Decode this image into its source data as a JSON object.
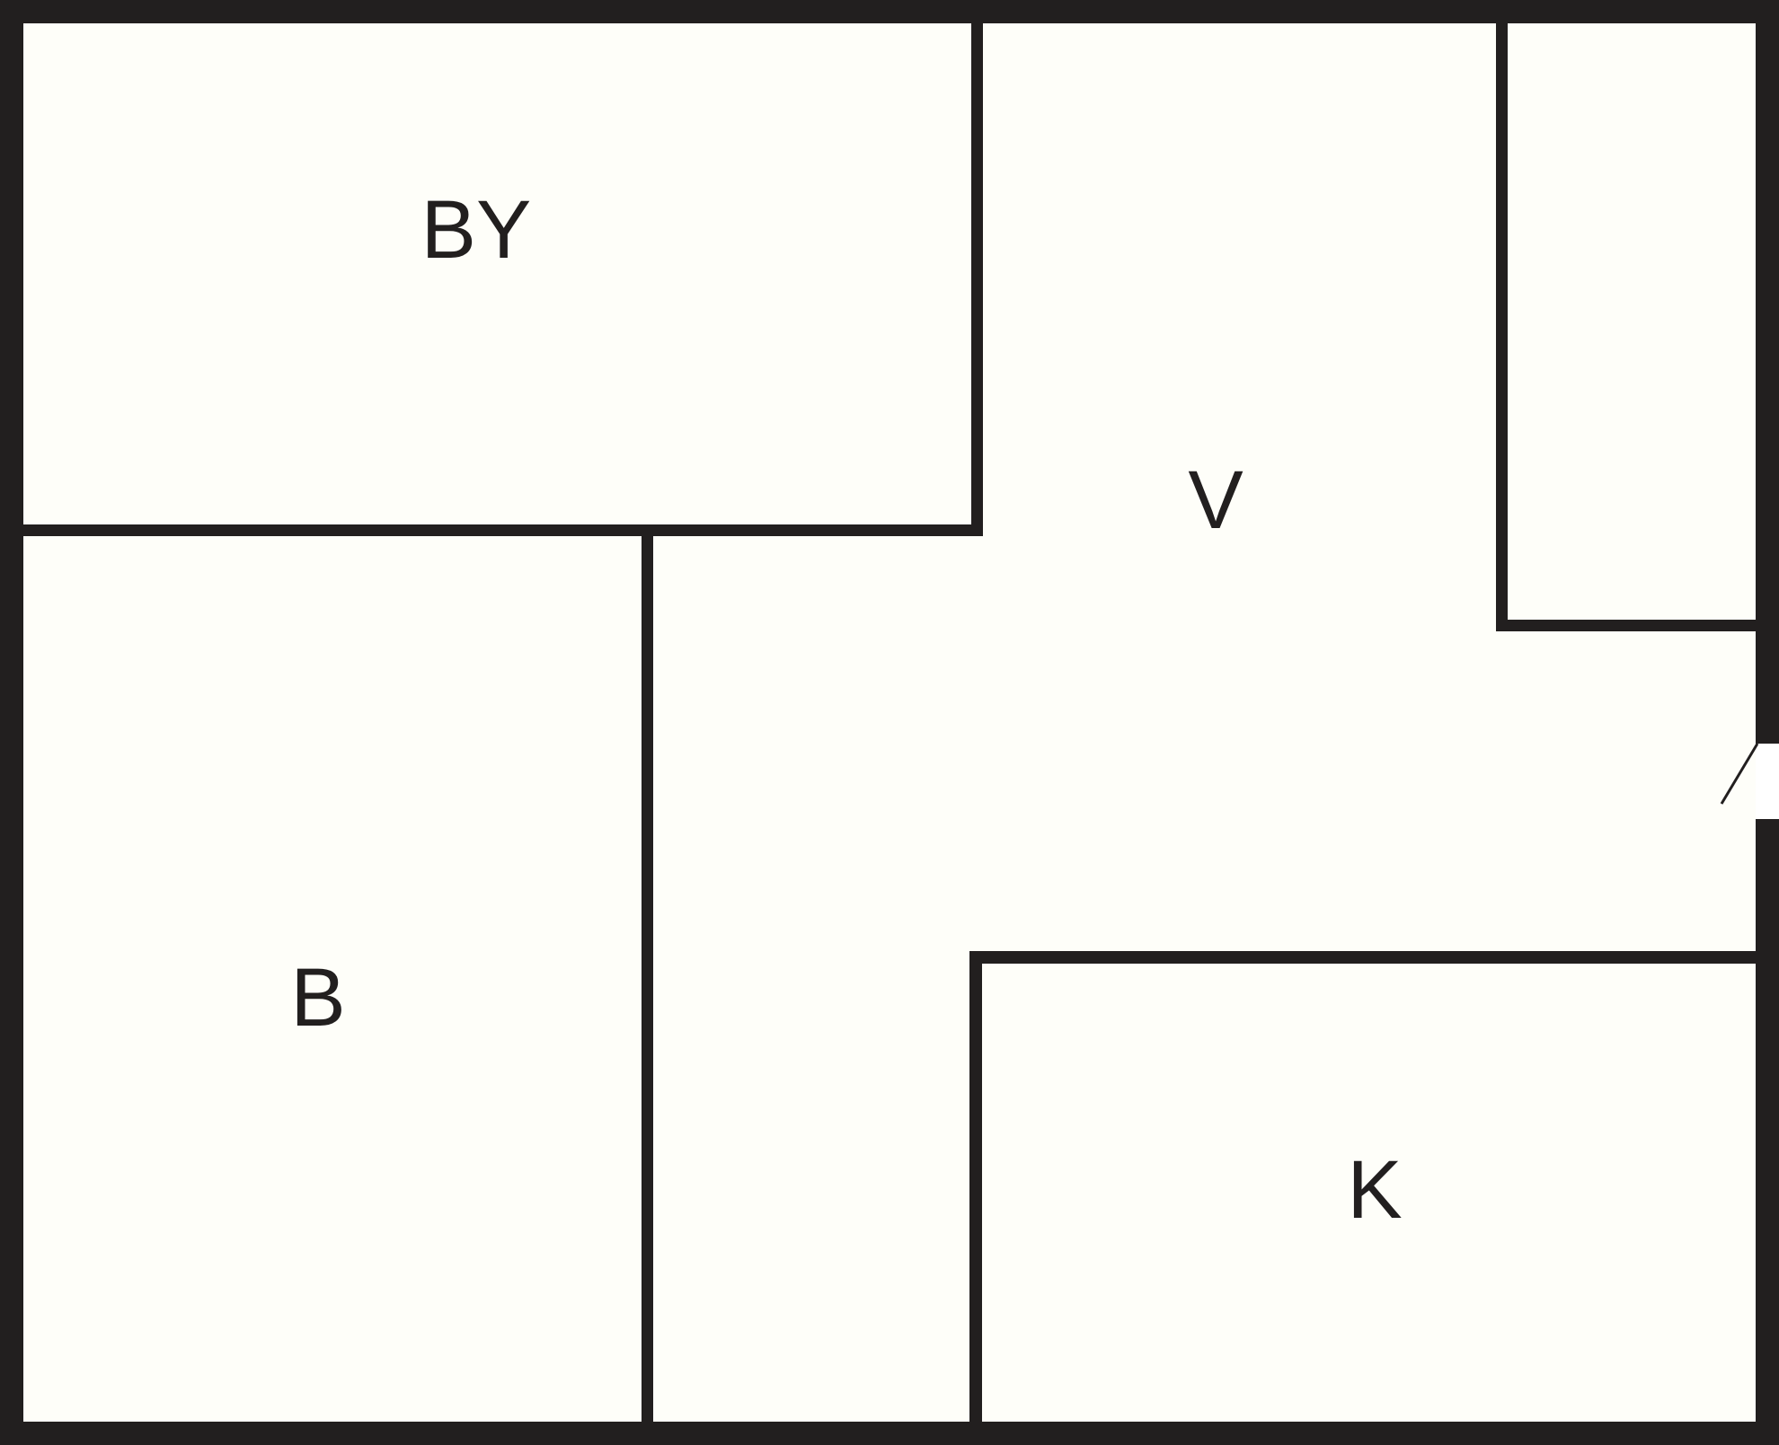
{
  "floorplan": {
    "background_color": "#fefef9",
    "wall_color": "#221f1f",
    "rooms": [
      {
        "id": "by",
        "label": "BY"
      },
      {
        "id": "v",
        "label": "V"
      },
      {
        "id": "b",
        "label": "B"
      },
      {
        "id": "k",
        "label": "K"
      },
      {
        "id": "closet",
        "label": ""
      }
    ]
  }
}
